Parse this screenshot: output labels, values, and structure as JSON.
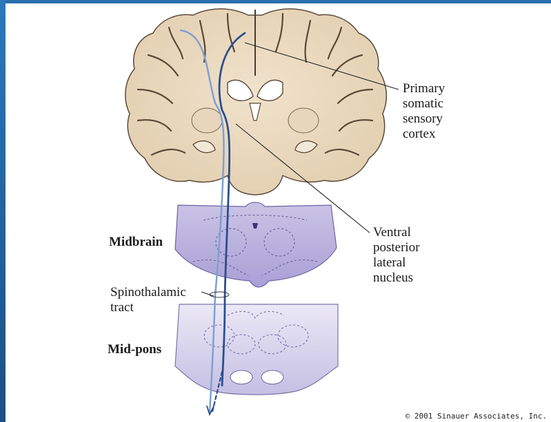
{
  "labels": {
    "cortex": [
      "Primary",
      "somatic",
      "sensory",
      "cortex"
    ],
    "vpl": [
      "Ventral",
      "posterior",
      "lateral",
      "nucleus"
    ],
    "midbrain": "Midbrain",
    "tract": [
      "Spinothalamic",
      "tract"
    ],
    "pons": "Mid-pons"
  },
  "copyright": "© 2001 Sinauer Associates, Inc."
}
